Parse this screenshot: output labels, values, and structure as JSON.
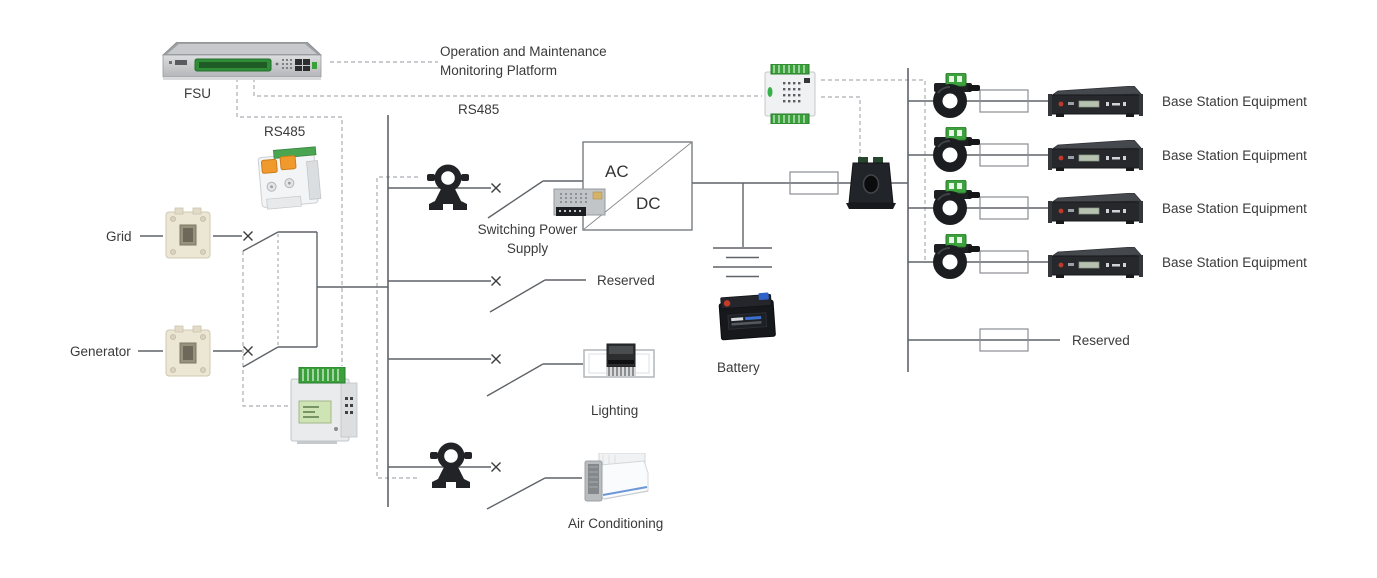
{
  "colors": {
    "background": "#ffffff",
    "wire": "#5f6368",
    "dashed_wire": "#aaaeb2",
    "terminal_green": "#3aa03a",
    "breaker_orange": "#f09a2e",
    "device_dark": "#222427",
    "alarm_red": "#c0392b",
    "lcd_green": "#cfe4b4"
  },
  "monitoring": {
    "platform_label": "Operation and Maintenance Monitoring Platform",
    "fsu_label": "FSU",
    "rs485_fsu_branch": "RS485",
    "rs485_main_bus": "RS485"
  },
  "ac_inputs": {
    "grid_label": "Grid",
    "generator_label": "Generator"
  },
  "converter": {
    "ac_label": "AC",
    "dc_label": "DC",
    "switching_power_supply_label": "Switching Power Supply"
  },
  "ac_branches": {
    "reserved_label": "Reserved",
    "lighting_label": "Lighting",
    "air_conditioning_label": "Air Conditioning"
  },
  "dc_side": {
    "battery_label": "Battery",
    "reserved_label": "Reserved",
    "base_station_rows": [
      {
        "label": "Base Station Equipment"
      },
      {
        "label": "Base Station Equipment"
      },
      {
        "label": "Base Station Equipment"
      },
      {
        "label": "Base Station Equipment"
      }
    ]
  },
  "icons": {
    "switch_x_mark": "×",
    "battery_symbol": "battery-plates",
    "fuse_symbol": "open-rectangle"
  }
}
